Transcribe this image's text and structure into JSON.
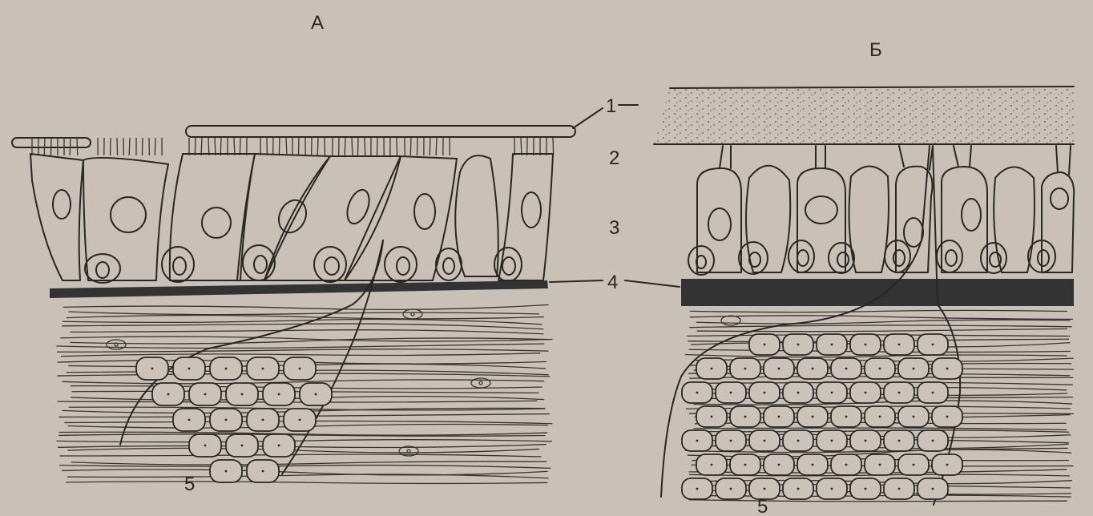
{
  "panels": [
    {
      "id": "a",
      "label": "А"
    },
    {
      "id": "b",
      "label": "Б"
    }
  ],
  "callouts": [
    "1",
    "2",
    "3",
    "4"
  ],
  "bottom_labels": {
    "a": "5",
    "b": "5"
  },
  "colors": {
    "background": "#c9c1b8",
    "ink": "#2a2622",
    "membrane": "#333333",
    "mucus": "#d8d2ca"
  }
}
